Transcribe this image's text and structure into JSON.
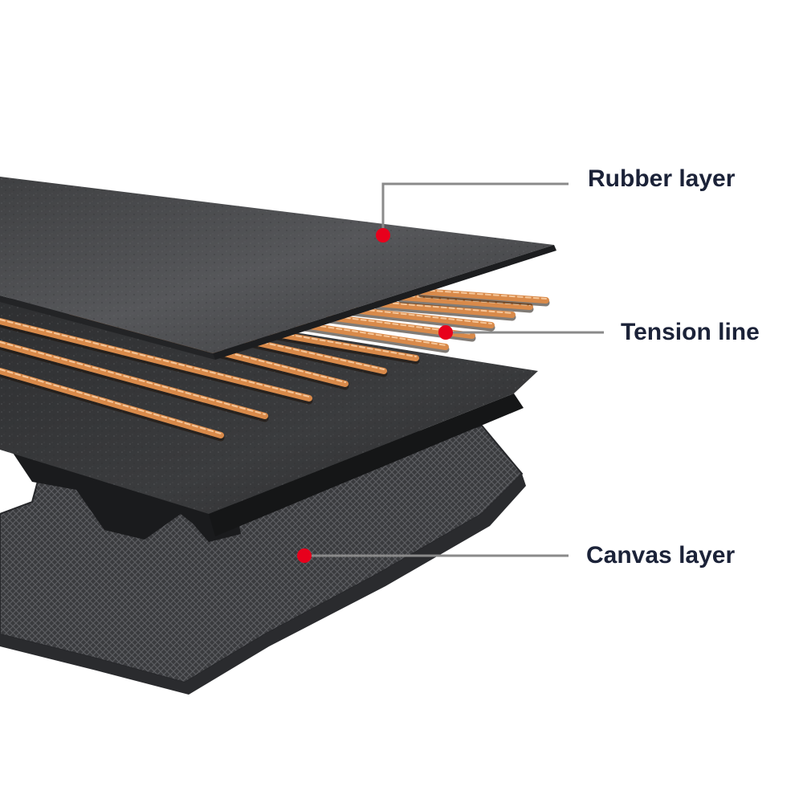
{
  "diagram": {
    "callouts": [
      {
        "id": "rubber",
        "label": "Rubber layer"
      },
      {
        "id": "tension",
        "label": "Tension line"
      },
      {
        "id": "canvas",
        "label": "Canvas layer"
      }
    ]
  },
  "colors": {
    "label_text": "#1b2238",
    "leader_line": "#8a8a8a",
    "marker_dot": "#e8001c",
    "rubber_surface": "#4a4b4d",
    "rubber_edge": "#1f2022",
    "cord_copper": "#d98a4a",
    "canvas_fabric": "#3c3d40"
  }
}
